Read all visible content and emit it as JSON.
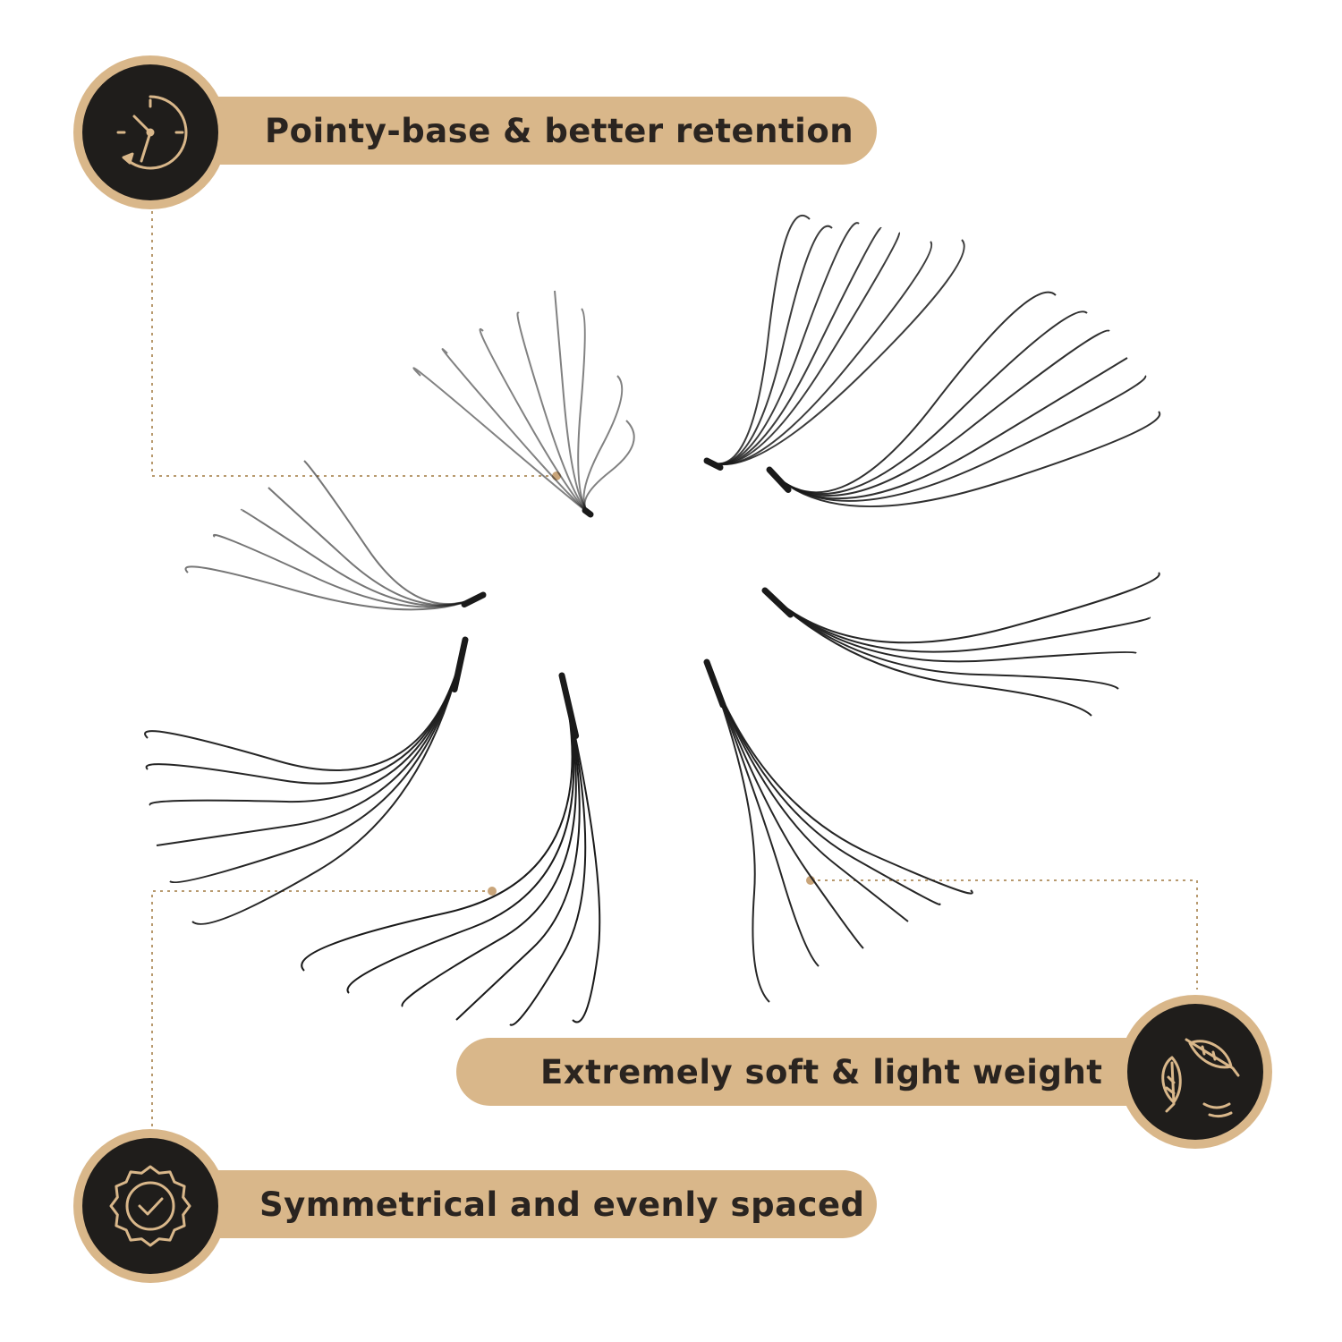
{
  "features": [
    {
      "label": "Pointy-base & better retention",
      "icon": "clock-rotate-icon"
    },
    {
      "label": "Extremely soft & light weight",
      "icon": "feather-icon"
    },
    {
      "label": "Symmetrical and evenly spaced",
      "icon": "badge-check-icon"
    }
  ],
  "colors": {
    "accent": "#d9b78a",
    "badge_fill": "#1f1d1b",
    "text": "#2a2420",
    "lash": "#1a1a1a"
  }
}
